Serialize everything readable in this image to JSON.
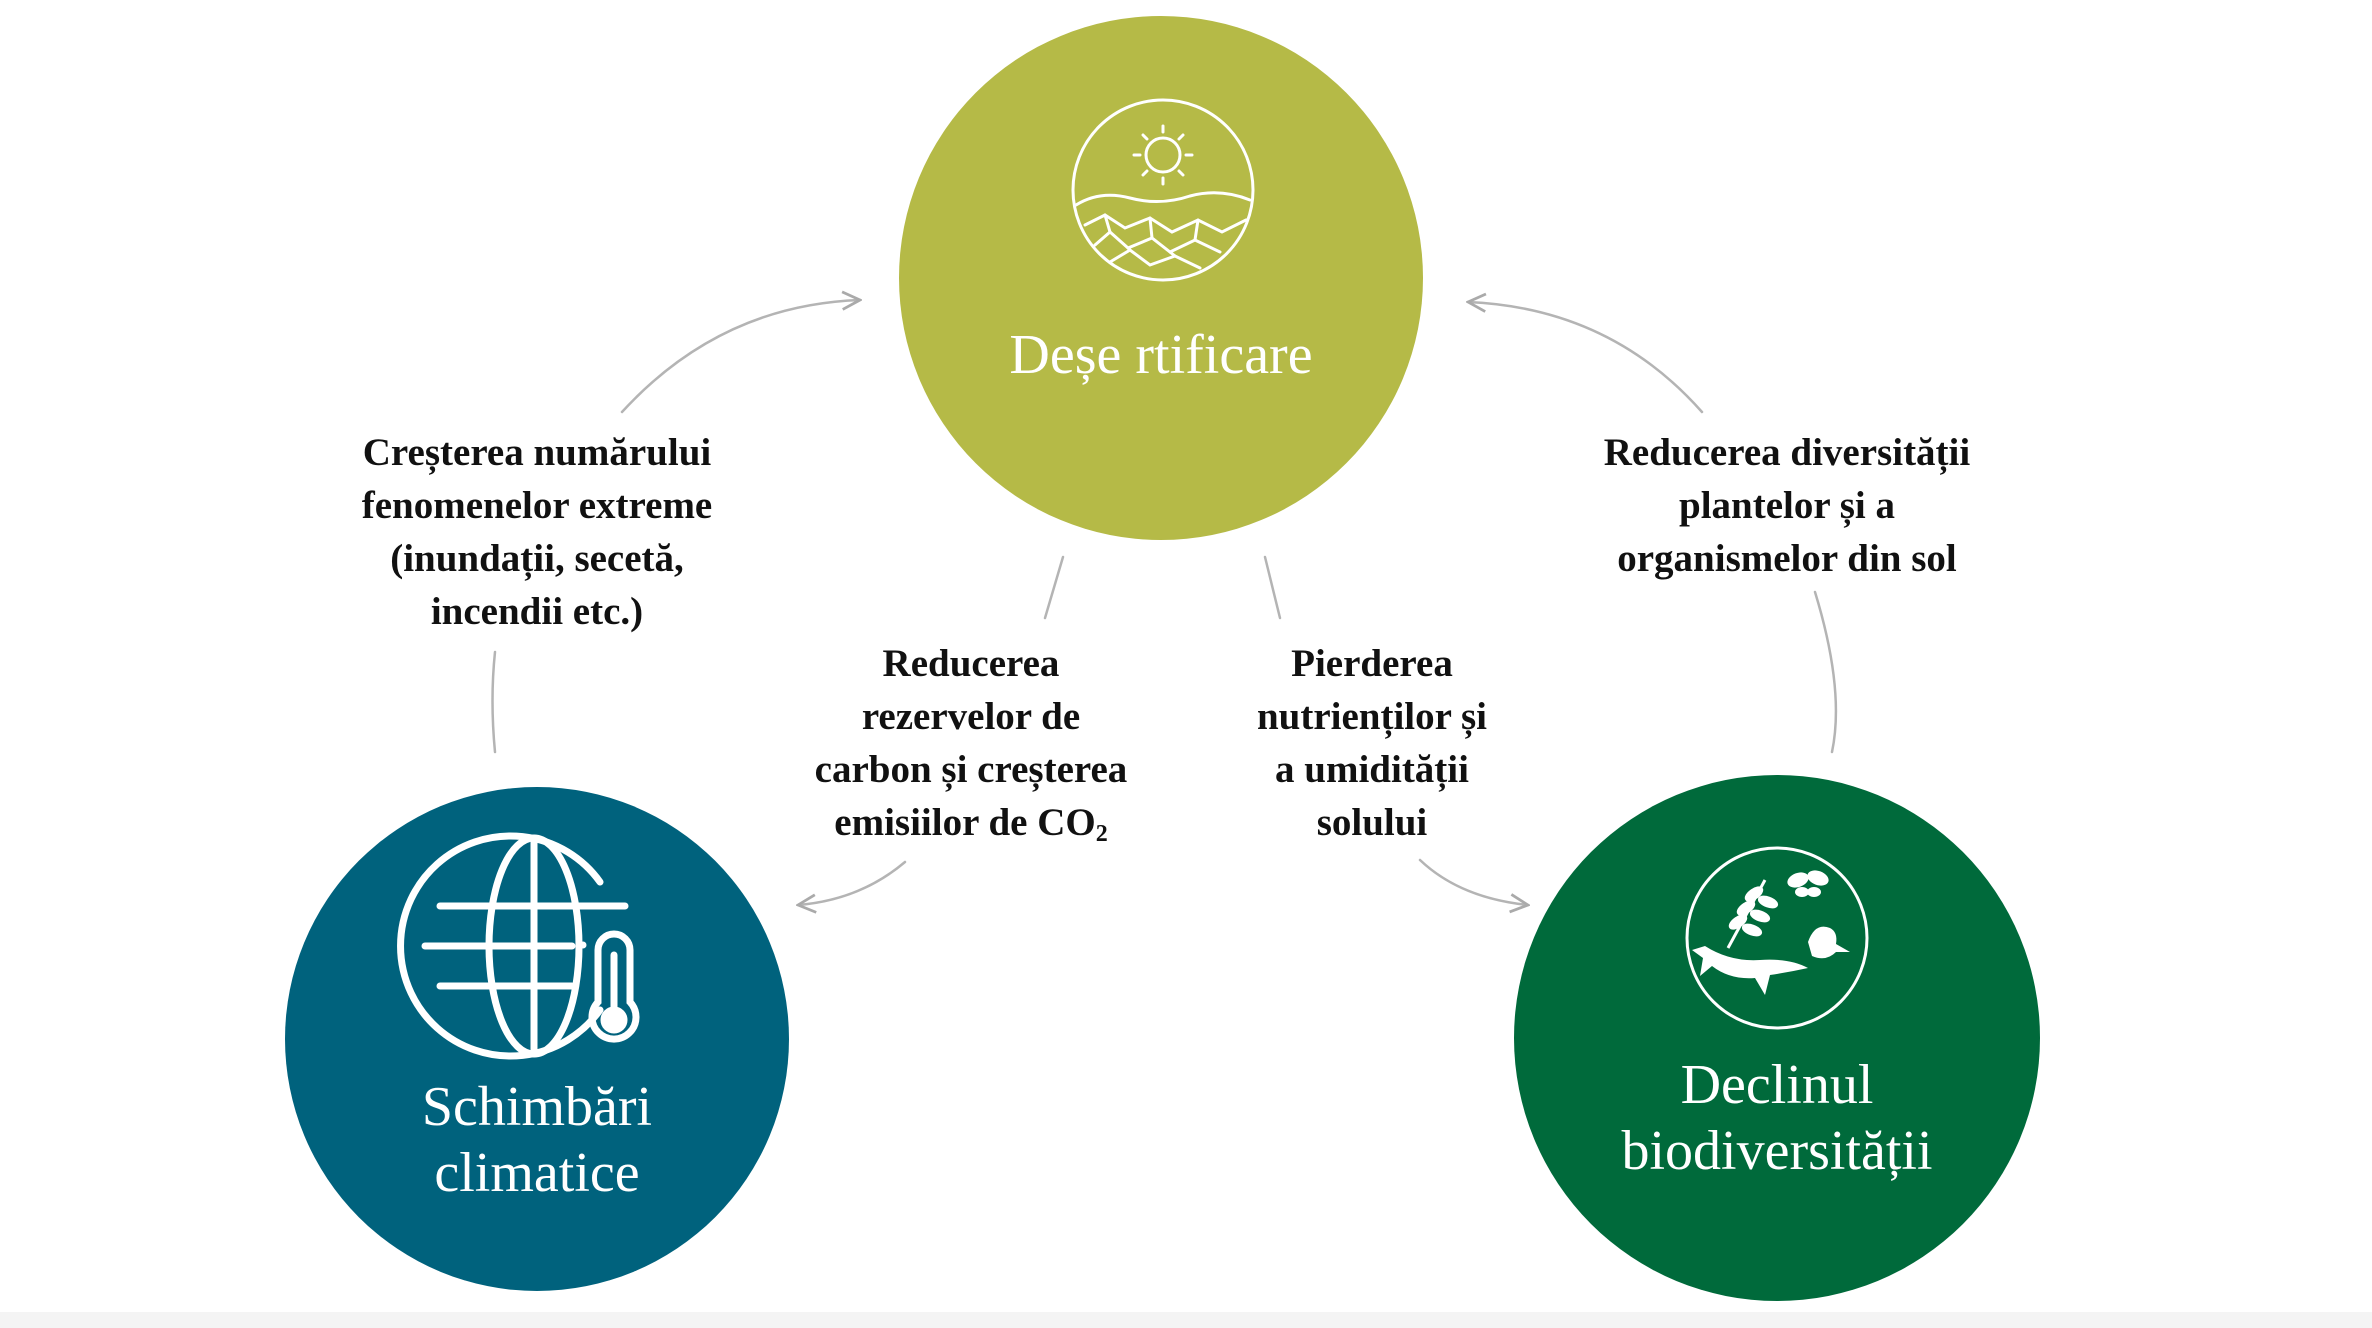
{
  "nodes": {
    "desertification": {
      "title": "Deșe rtificare",
      "color": "#b5ba47",
      "icon": "sun-cracked-earth-icon"
    },
    "climate": {
      "title_line1": "Schimbări",
      "title_line2": "climatice",
      "color": "#00627d",
      "icon": "globe-thermometer-icon"
    },
    "biodiversity": {
      "title_line1": "Declinul",
      "title_line2": "biodiversității",
      "color": "#006a3b",
      "icon": "wildlife-icon"
    }
  },
  "edges": {
    "climate_to_desert": {
      "lines": [
        "Creșterea numărului",
        "fenomenelor extreme",
        "(inundații, secetă,",
        "incendii etc.)"
      ]
    },
    "desert_to_climate": {
      "lines": [
        "Reducerea",
        "rezervelor de",
        "carbon și creșterea",
        "emisiilor de CO"
      ],
      "subscript": "2"
    },
    "desert_to_biodiversity": {
      "lines": [
        "Pierderea",
        "nutrienților și",
        "a umidității",
        "solului"
      ]
    },
    "biodiversity_to_desert": {
      "lines": [
        "Reducerea diversității",
        "plantelor și a",
        "organismelor din sol"
      ]
    }
  }
}
